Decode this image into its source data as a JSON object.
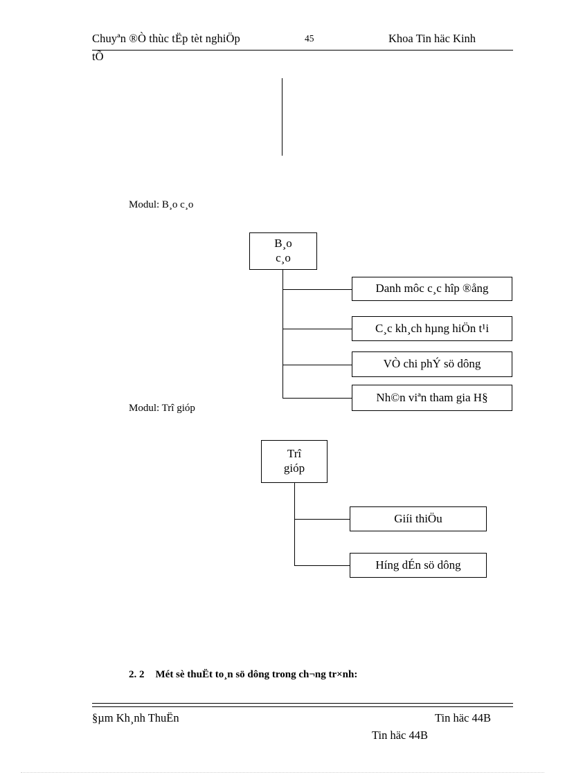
{
  "header": {
    "left_text": "Chuyªn  ®Ò thùc tËp tèt nghiÖp",
    "page_number": "45",
    "right_text": "Khoa Tin häc Kinh",
    "wrap_text": "tÕ"
  },
  "captions": {
    "report": "Modul: B¸o c¸o",
    "help": "Modul:  Trî gióp"
  },
  "diagram_report": {
    "root_line1": "B¸o",
    "root_line2": "c¸o",
    "children": [
      "Danh môc c¸c hîp ®ång",
      "C¸c kh¸ch hµng hiÖn t¹i",
      "VÒ chi phÝ sö dông",
      "Nh©n viªn tham gia H§"
    ]
  },
  "diagram_help": {
    "root_line1": "Trî",
    "root_line2": "gióp",
    "children": [
      "Giíi thiÖu",
      "Híng  dÉn sö dông"
    ]
  },
  "section": {
    "number": "2. 2",
    "title": "Mét sè thuËt to¸n sö dông trong ch­¬ng tr×nh:"
  },
  "footer": {
    "author": "§µm Kh¸nh ThuËn",
    "class_right": "Tin häc 44B",
    "class_second": "Tin häc 44B"
  },
  "colors": {
    "text": "#000000",
    "page_background": "#ffffff",
    "rule": "#000000"
  }
}
